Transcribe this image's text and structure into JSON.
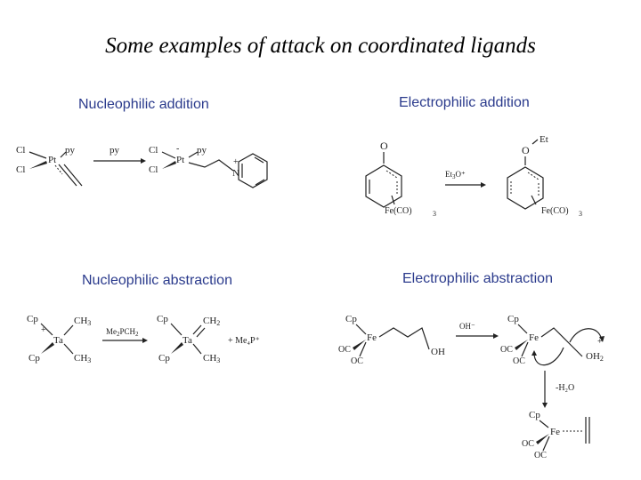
{
  "slide": {
    "title": "Some examples of attack on coordinated ligands"
  },
  "panels": {
    "nucleophilic_addition": {
      "label": "Nucleophilic addition",
      "reactant": {
        "cl_top": "Cl",
        "cl_bottom": "Cl",
        "metal": "Pt",
        "ligand": "py"
      },
      "reagent": "py",
      "product": {
        "cl_top": "Cl",
        "cl_bottom": "Cl",
        "metal": "Pt",
        "ligand": "py",
        "charge_minus": "-",
        "nitrogen": "N",
        "charge_plus": "+"
      }
    },
    "electrophilic_addition": {
      "label": "Electrophilic addition",
      "reactant": {
        "oxygen": "O",
        "fragment": "Fe(CO)",
        "subscript": "3"
      },
      "reagent_main": "Et",
      "reagent_sub": "3",
      "reagent_end": "O⁺",
      "product": {
        "ethyl": "Et",
        "oxygen": "O",
        "fragment": "Fe(CO)",
        "subscript": "3"
      }
    },
    "nucleophilic_abstraction": {
      "label": "Nucleophilic abstraction",
      "reactant": {
        "cp_top": "Cp",
        "cp_bottom": "Cp",
        "metal": "Ta",
        "charge": "+",
        "me_top": "CH",
        "me_top_sub": "3",
        "me_bottom": "CH",
        "me_bottom_sub": "3"
      },
      "reagent_main": "Me",
      "reagent_sub": "2",
      "reagent_end": "PCH",
      "reagent_sub2": "2",
      "product": {
        "cp_top": "Cp",
        "cp_bottom": "Cp",
        "metal": "Ta",
        "methylene": "CH",
        "methylene_sub": "2",
        "me_bottom": "CH",
        "me_bottom_sub": "3"
      },
      "byproduct": "+  Me₄P⁺"
    },
    "electrophilic_abstraction": {
      "label": "Electrophilic abstraction",
      "reactant": {
        "cp": "Cp",
        "metal": "Fe",
        "co1": "OC",
        "co2": "OC",
        "hydroxyl": "OH"
      },
      "reagent": "OH⁻",
      "intermediate": {
        "cp": "Cp",
        "metal": "Fe",
        "co1": "OC",
        "co2": "OC",
        "charge": "+",
        "leaving_group": "OH",
        "leaving_sub": "2"
      },
      "step_label": "-H₂O",
      "product": {
        "cp": "Cp",
        "metal": "Fe",
        "co1": "OC",
        "co2": "OC"
      }
    }
  }
}
